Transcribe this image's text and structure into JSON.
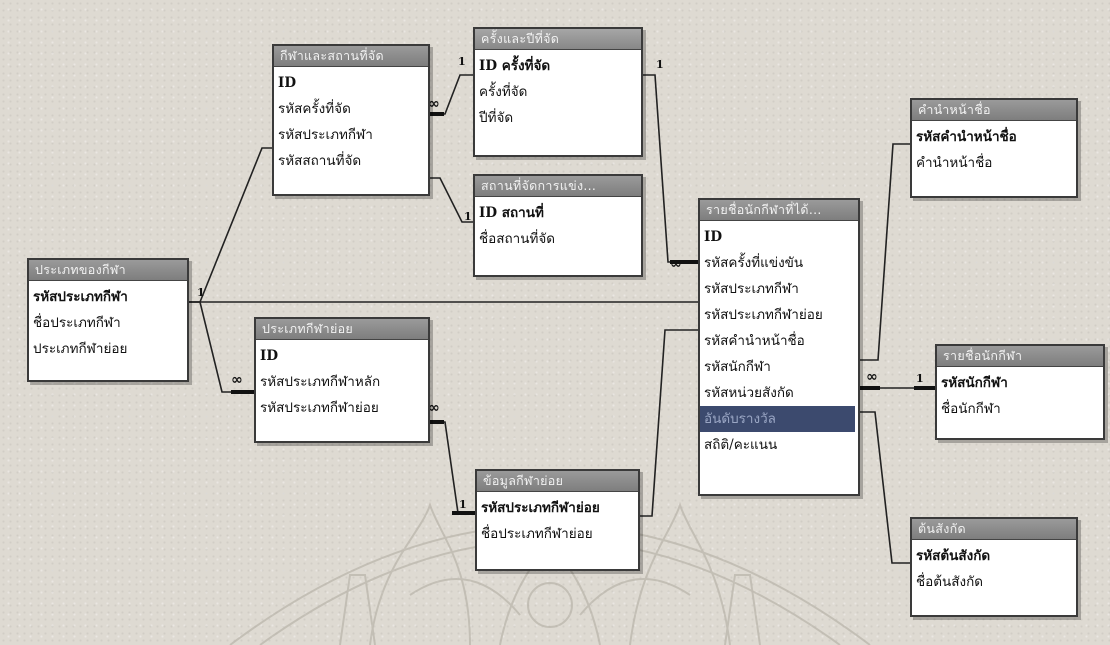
{
  "tables": {
    "sport_types": {
      "title": "ประเภทของกีฬา",
      "fields": [
        "รหัสประเภทกีฬา",
        "ชื่อประเภทกีฬา",
        "ประเภทกีฬาย่อย"
      ]
    },
    "games_venues": {
      "title": "กีฬาและสถานที่จัด",
      "fields": [
        "ID",
        "รหัสครั้งที่จัด",
        "รหัสประเภทกีฬา",
        "รหัสสถานที่จัด"
      ]
    },
    "editions_years": {
      "title": "ครั้งและปีที่จัด",
      "fields": [
        "ID ครั้งที่จัด",
        "ครั้งที่จัด",
        "ปีที่จัด"
      ]
    },
    "competition_venues": {
      "title": "สถานที่จัดการแข่ง...",
      "fields": [
        "ID สถานที่",
        "ชื่อสถานที่จัด"
      ]
    },
    "subtype_groups": {
      "title": "ประเภทกีฬาย่อย",
      "fields": [
        "ID",
        "รหัสประเภทกีฬาหลัก",
        "รหัสประเภทกีฬาย่อย"
      ]
    },
    "subtype_info": {
      "title": "ข้อมูลกีฬาย่อย",
      "fields": [
        "รหัสประเภทกีฬาย่อย",
        "ชื่อประเภทกีฬาย่อย"
      ]
    },
    "medal_athletes": {
      "title": "รายชื่อนักกีฬาที่ได้...",
      "fields": [
        "ID",
        "รหัสครั้งที่แข่งขัน",
        "รหัสประเภทกีฬา",
        "รหัสประเภทกีฬาย่อย",
        "รหัสคำนำหน้าชื่อ",
        "รหัสนักกีฬา",
        "รหัสหน่วยสังกัด",
        "อันดับรางวัล",
        "สถิติ/คะแนน"
      ]
    },
    "name_prefix": {
      "title": "คำนำหน้าชื่อ",
      "fields": [
        "รหัสคำนำหน้าชื่อ",
        "คำนำหน้าชื่อ"
      ]
    },
    "athletes": {
      "title": "รายชื่อนักกีฬา",
      "fields": [
        "รหัสนักกีฬา",
        "ชื่อนักกีฬา"
      ]
    },
    "affiliation": {
      "title": "ต้นสังกัด",
      "fields": [
        "รหัสต้นสังกัด",
        "ชื่อต้นสังกัด"
      ]
    }
  },
  "relationship_labels": {
    "one": "1",
    "many": "∞"
  },
  "colors": {
    "caption": "#8a8a8a",
    "selected_field": "#3c4a6e",
    "background": "#dedad2"
  }
}
